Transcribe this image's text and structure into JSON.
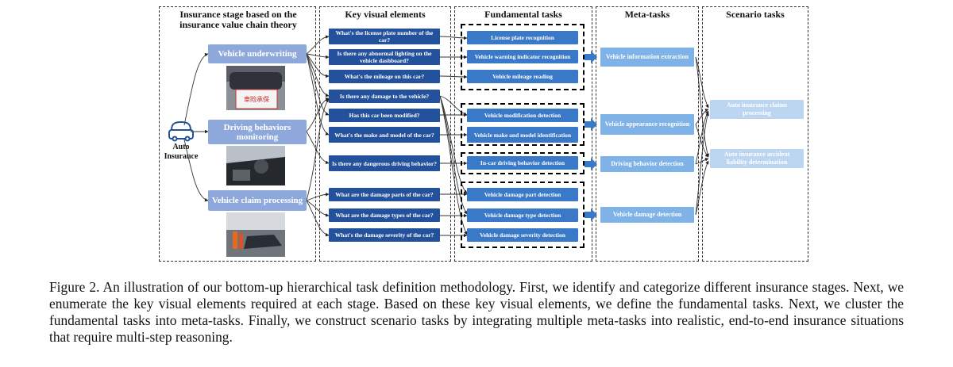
{
  "columns": {
    "insurance_stage": "Insurance stage based on the insurance value chain theory",
    "key_visual": "Key visual elements",
    "fundamental": "Fundamental tasks",
    "meta": "Meta-tasks",
    "scenario": "Scenario tasks"
  },
  "root_label": "Auto Insurance",
  "stages": [
    "Vehicle underwriting",
    "Driving behaviors monitoring",
    "Vehicle claim processing"
  ],
  "questions": [
    "What's the license plate number of the car?",
    "Is there any abnormal lighting on the vehicle dashboard?",
    "What's the mileage on this car?",
    "Is there any damage to the vehicle?",
    "Has this car been modified?",
    "What's the make and model of the car?",
    "Is there any dangerous driving behavior?",
    "What are the damage parts of the car?",
    "What are the damage types of the car?",
    "What's the damage severity of the car?"
  ],
  "fundamental_tasks": [
    "License plate recognition",
    "Vehicle warning indicator recognition",
    "Vehicle mileage reading",
    "Vehicle modification detection",
    "Vehicle make and model identification",
    "In-car driving behavior detection",
    "Vehicle damage part detection",
    "Vehicle damage type detection",
    "Vehicle damage severity detection"
  ],
  "meta_tasks": [
    "Vehicle information extraction",
    "Vehicle appearance recognition",
    "Driving behavior detection",
    "Vehicle damage detection"
  ],
  "scenario_tasks": [
    "Auto insurance claims processing",
    "Auto insurance accident liability determination"
  ],
  "photo_text": "車险承保",
  "caption": "Figure 2. An illustration of our bottom-up hierarchical task definition methodology. First, we identify and categorize different insurance stages. Next, we enumerate the key visual elements required at each stage. Based on these key visual elements, we define the fundamental tasks. Next, we cluster the fundamental tasks into meta-tasks. Finally, we construct scenario tasks by integrating multiple meta-tasks into realistic, end-to-end insurance situations that require multi-step reasoning.",
  "colors": {
    "stage": "#8fa8dc",
    "question": "#24519b",
    "fundamental": "#3a79c8",
    "meta": "#7fb2e6",
    "scenario": "#bcd6f2"
  }
}
